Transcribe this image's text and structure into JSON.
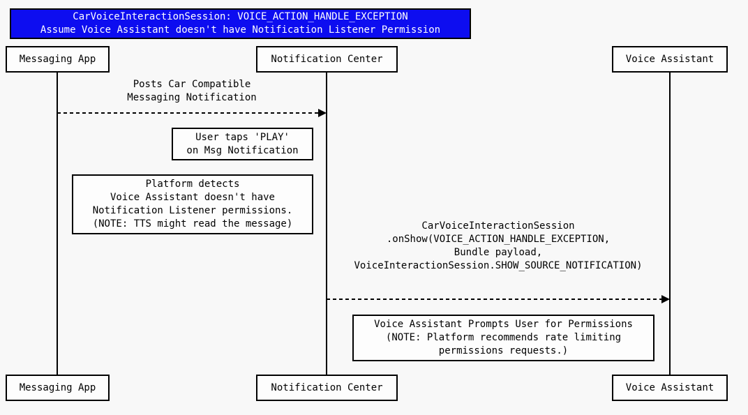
{
  "colors": {
    "background": "#f8f8f8",
    "title_background": "#0d0df0",
    "title_text": "#ffffff",
    "line_color": "#000000",
    "box_background": "#fdfdfd",
    "text_color": "#000000"
  },
  "title": {
    "line1": "CarVoiceInteractionSession: VOICE_ACTION_HANDLE_EXCEPTION",
    "line2": "Assume Voice Assistant doesn't have Notification Listener Permission"
  },
  "participants": {
    "messaging_app": "Messaging App",
    "notification_center": "Notification Center",
    "voice_assistant": "Voice Assistant"
  },
  "messages": [
    {
      "from": "Messaging App",
      "to": "Notification Center",
      "style": "dashed-arrow",
      "label_lines": [
        "Posts Car Compatible",
        "Messaging Notification"
      ]
    },
    {
      "from": "Notification Center",
      "to": "Voice Assistant",
      "style": "dashed-arrow",
      "label_lines": [
        "CarVoiceInteractionSession",
        ".onShow(VOICE_ACTION_HANDLE_EXCEPTION,",
        "Bundle payload,",
        "VoiceInteractionSession.SHOW_SOURCE_NOTIFICATION)"
      ]
    }
  ],
  "notes": [
    {
      "lines": [
        "User taps 'PLAY'",
        "on Msg Notification"
      ]
    },
    {
      "lines": [
        "Platform detects",
        "Voice Assistant doesn't have",
        "Notification Listener permissions.",
        "(NOTE: TTS might read the message)"
      ]
    },
    {
      "lines": [
        "Voice Assistant Prompts User for Permissions",
        "(NOTE: Platform recommends rate limiting",
        "permissions requests.)"
      ]
    }
  ]
}
